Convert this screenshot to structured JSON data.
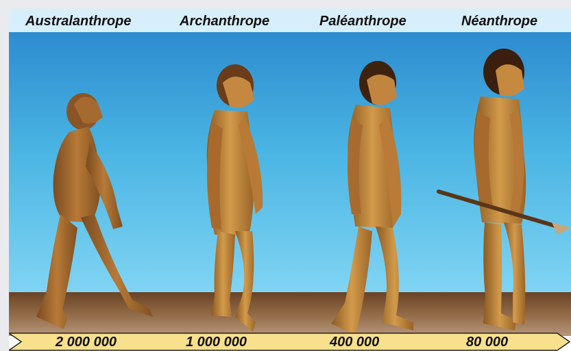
{
  "stages": [
    {
      "name": "Australanthrope",
      "time": "2 000 000"
    },
    {
      "name": "Archanthrope",
      "time": "1 000 000"
    },
    {
      "name": "Paléanthrope",
      "time": "400 000"
    },
    {
      "name": "Néanthrope",
      "time": "80 000"
    }
  ],
  "colors": {
    "sky_top": "#2d8ccf",
    "sky_bottom": "#80d4f3",
    "ground": "#7a5434",
    "timeline": "#f8e08c",
    "skin": "#c98a3c",
    "hair": "#4a2a14"
  }
}
